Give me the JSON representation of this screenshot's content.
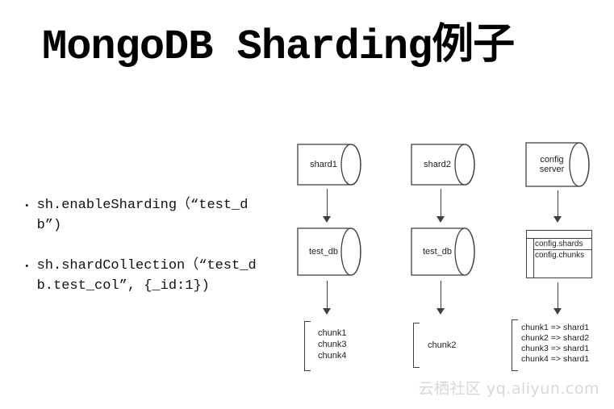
{
  "title": "MongoDB Sharding例子",
  "bullet_char": "•",
  "bullets": [
    {
      "text": "sh.enableSharding（“test_db”)"
    },
    {
      "text": "sh.shardCollection（“test_db.test_col”, {_id:1})"
    }
  ],
  "diagram": {
    "col1": {
      "top_label": "shard1",
      "middle_label": "test_db",
      "chunks": [
        "chunk1",
        "chunk3",
        "chunk4"
      ]
    },
    "col2": {
      "top_label": "shard2",
      "middle_label": "test_db",
      "chunks": [
        "chunk2"
      ]
    },
    "col3": {
      "top_label": "config server",
      "table_rows": [
        "config.shards",
        "config.chunks"
      ],
      "mappings": [
        "chunk1 => shard1",
        "chunk2 => shard2",
        "chunk3 => shard1",
        "chunk4 => shard1"
      ]
    }
  },
  "watermark": "云栖社区 yq.aliyun.com",
  "colors": {
    "line": "#3f3f3f",
    "watermark": "#d8d8d8"
  }
}
